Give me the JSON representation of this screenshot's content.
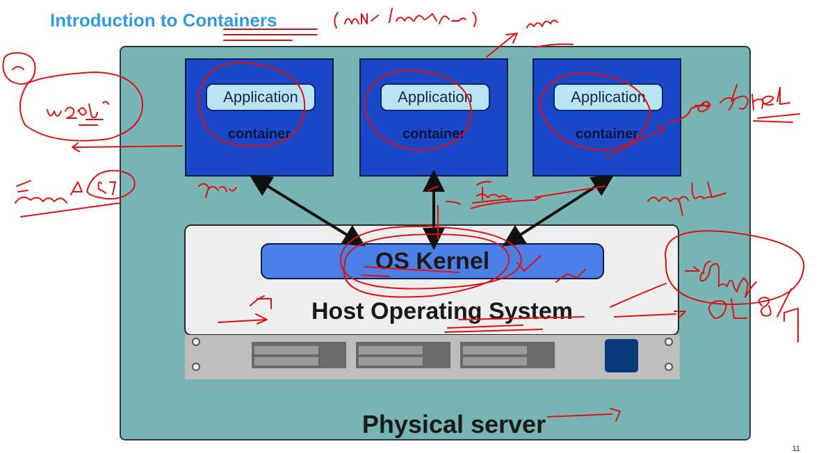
{
  "title": "Introduction to Containers",
  "containers": [
    {
      "app_label": "Application",
      "container_label": "container"
    },
    {
      "app_label": "Application",
      "container_label": "container"
    },
    {
      "app_label": "Application",
      "container_label": "container"
    }
  ],
  "kernel_label": "OS Kernel",
  "host_os_label": "Host Operating System",
  "physical_server_label": "Physical server",
  "page_number": "11",
  "colors": {
    "title": "#3399e0",
    "server_bg": "#78b4b4",
    "container_bg": "#1a48c8",
    "app_pill_bg": "#b8e4f4",
    "kernel_bg": "#4a80e8",
    "host_os_bg": "#eeeeee",
    "annotation_ink": "#e01010"
  }
}
